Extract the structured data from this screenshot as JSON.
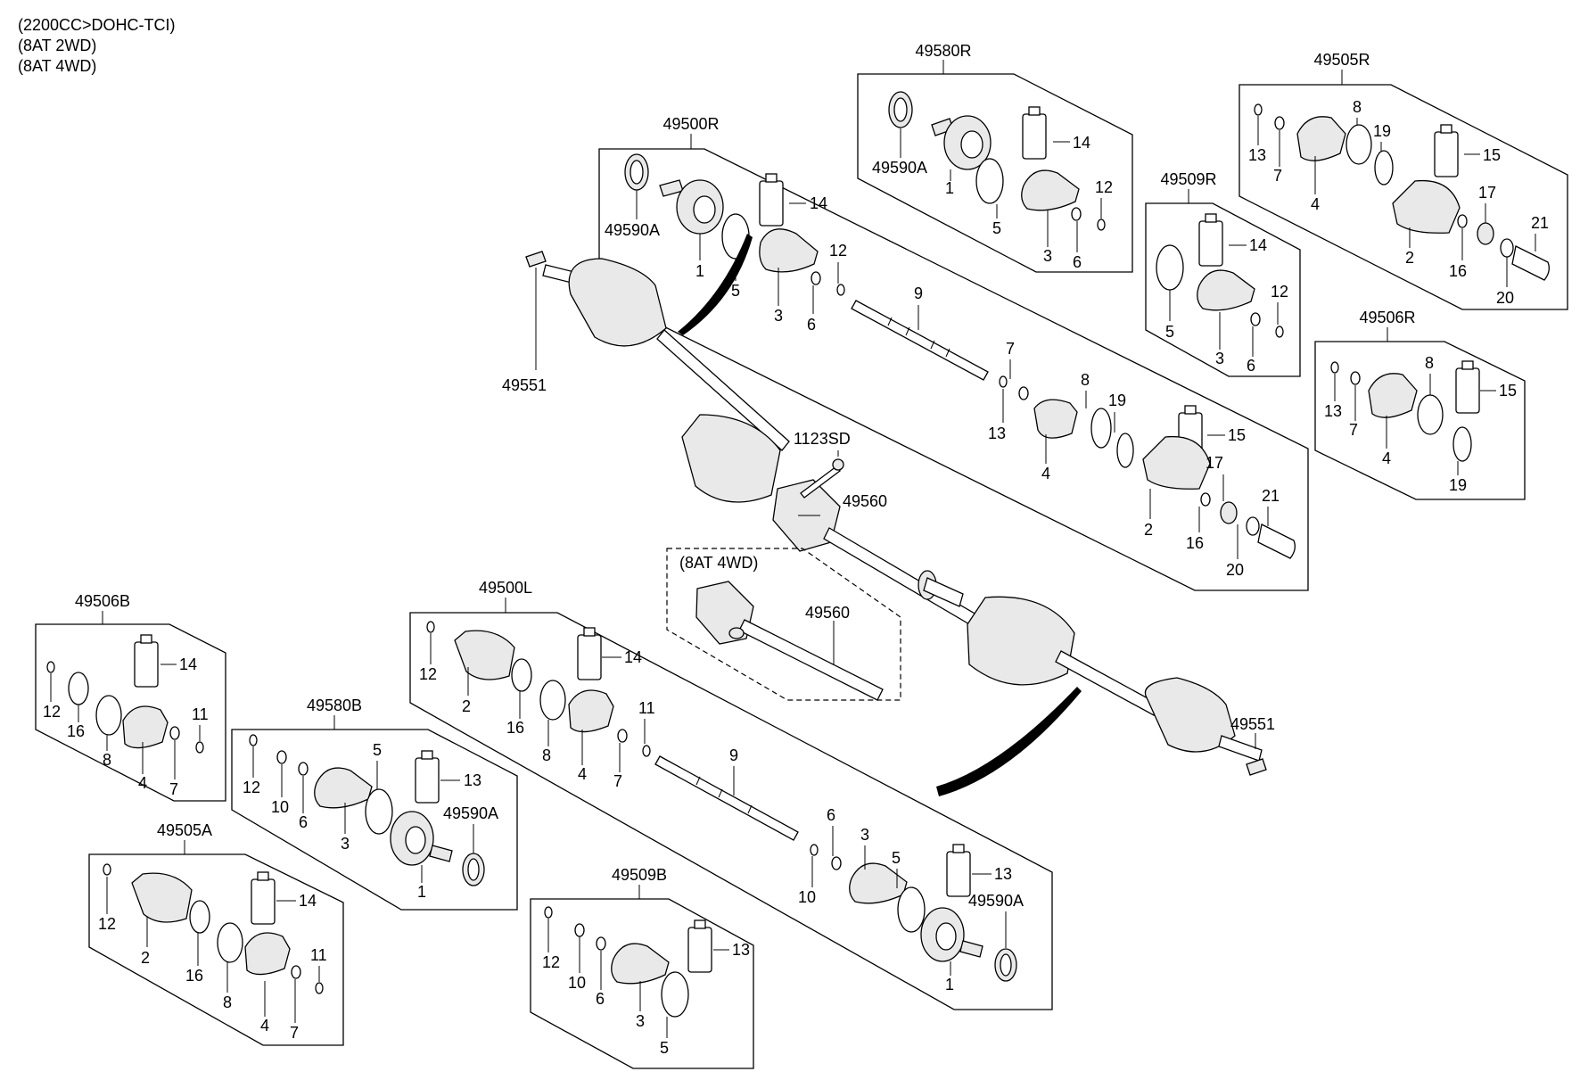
{
  "header": {
    "engine": "(2200CC>DOHC-TCI)",
    "trans_2wd": "(8AT 2WD)",
    "trans_4wd": "(8AT 4WD)"
  },
  "groups": {
    "g49580R": "49580R",
    "g49500R": "49500R",
    "g49505R": "49505R",
    "g49509R": "49509R",
    "g49506R": "49506R",
    "g49506B": "49506B",
    "g49580B": "49580B",
    "g49505A": "49505A",
    "g49500L": "49500L",
    "g49509B": "49509B"
  },
  "subassembly": {
    "label": "(8AT 4WD)",
    "part": "49560"
  },
  "main_parts": {
    "nut": "49551",
    "bolt": "1123SD",
    "bracket": "49560"
  },
  "callouts": {
    "c1": "1",
    "c2": "2",
    "c3": "3",
    "c4": "4",
    "c5": "5",
    "c6": "6",
    "c7": "7",
    "c8": "8",
    "c9": "9",
    "c10": "10",
    "c11": "11",
    "c12": "12",
    "c13": "13",
    "c14": "14",
    "c15": "15",
    "c16": "16",
    "c17": "17",
    "c19": "19",
    "c20": "20",
    "c21": "21",
    "tone": "49590A"
  },
  "icons": [
    "cv-joint-icon",
    "boot-icon",
    "grease-tube-icon",
    "clamp-band-icon",
    "snap-ring-icon",
    "axle-shaft-icon",
    "nut-icon",
    "bolt-icon",
    "bracket-icon"
  ]
}
